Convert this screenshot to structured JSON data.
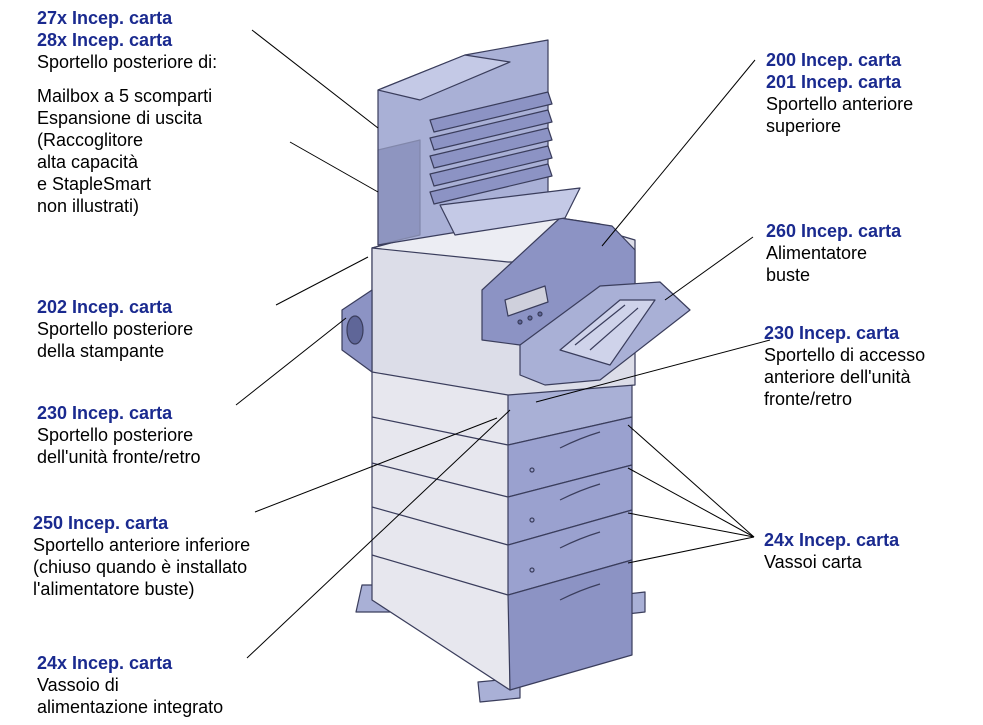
{
  "colors": {
    "label": "#1a2a8f",
    "body_light": "#e7e7ee",
    "body_mid": "#cfd0dc",
    "blue_light": "#a9b0d6",
    "blue_mid": "#8c93c4",
    "blue_dark": "#5f6698",
    "outline": "#3a3d5c"
  },
  "callouts": {
    "top_left": {
      "code1": "27x Incep. carta",
      "code2": "28x Incep. carta",
      "text1": "Sportello posteriore di:",
      "items": [
        "Mailbox a 5 scomparti",
        "Espansione di uscita",
        "(Raccoglitore",
        "alta capacità",
        "e StapleSmart",
        "non illustrati)"
      ]
    },
    "top_right": {
      "code1": "200 Incep. carta",
      "code2": "201 Incep. carta",
      "lines": [
        "Sportello anteriore",
        "superiore"
      ]
    },
    "envelope": {
      "code": "260 Incep. carta",
      "lines": [
        "Alimentatore",
        "buste"
      ]
    },
    "rear_printer": {
      "code": "202 Incep. carta",
      "lines": [
        "Sportello posteriore",
        "della stampante"
      ]
    },
    "duplex_front": {
      "code": "230 Incep. carta",
      "lines": [
        "Sportello di accesso",
        "anteriore dell'unità",
        "fronte/retro"
      ]
    },
    "duplex_rear": {
      "code": "230 Incep. carta",
      "lines": [
        "Sportello posteriore",
        "dell'unità fronte/retro"
      ]
    },
    "lower_front": {
      "code": "250 Incep. carta",
      "lines": [
        "Sportello anteriore inferiore",
        "(chiuso quando è installato",
        "l'alimentatore buste)"
      ]
    },
    "trays": {
      "code": "24x Incep. carta",
      "lines": [
        "Vassoi carta"
      ]
    },
    "integrated_tray": {
      "code": "24x Incep. carta",
      "lines": [
        "Vassoio di",
        "alimentazione integrato"
      ]
    }
  }
}
